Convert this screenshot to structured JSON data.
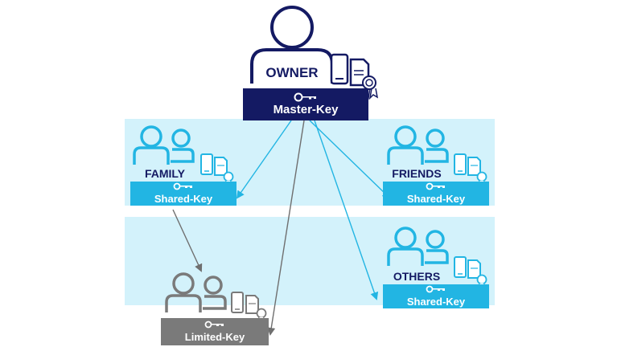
{
  "colors": {
    "owner": "#141a63",
    "shared": "#22b5e3",
    "limited": "#7a7a7a",
    "band": "#d3f2fb"
  },
  "icons": [
    "person-icon",
    "key-icon",
    "phone-icon",
    "document-icon",
    "certificate-icon"
  ],
  "owner": {
    "label": "OWNER",
    "key_label": "Master-Key"
  },
  "family": {
    "label": "FAMILY",
    "key_label": "Shared-Key"
  },
  "friends": {
    "label": "FRIENDS",
    "key_label": "Shared-Key"
  },
  "others": {
    "label": "OTHERS",
    "key_label": "Shared-Key"
  },
  "limited": {
    "key_label": "Limited-Key"
  }
}
